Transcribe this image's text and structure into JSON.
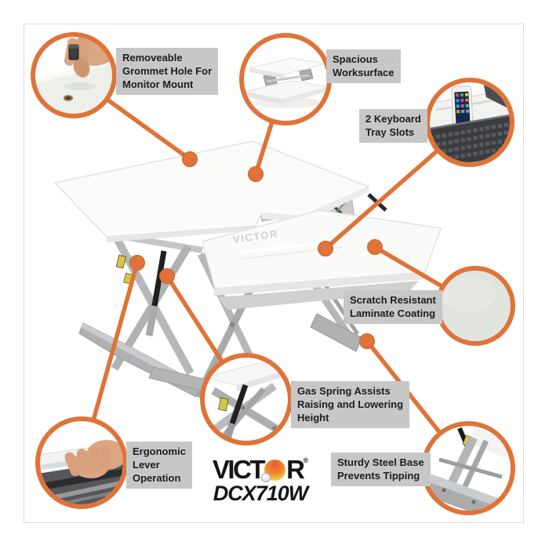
{
  "colors": {
    "accent": "#DF7338",
    "label_bg": "#C7C7C7",
    "label_text": "#1D1D1B"
  },
  "brand": {
    "wordmark_left": "VICT",
    "wordmark_right": "R",
    "registered_mark": "®",
    "model": "DCX710W"
  },
  "product": {
    "imprint": "VICTOR"
  },
  "callouts": [
    {
      "id": "grommet",
      "label_lines": [
        "Removeable",
        "Grommet Hole For",
        "Monitor Mount"
      ]
    },
    {
      "id": "worksurface",
      "label_lines": [
        "Spacious",
        "Worksurface"
      ]
    },
    {
      "id": "keyboard-tray",
      "label_lines": [
        "2 Keyboard",
        "Tray Slots"
      ]
    },
    {
      "id": "laminate",
      "label_lines": [
        "Scratch Resistant",
        "Laminate Coating"
      ]
    },
    {
      "id": "gas-spring",
      "label_lines": [
        "Gas Spring Assists",
        "Raising and Lowering",
        "Height"
      ]
    },
    {
      "id": "lever",
      "label_lines": [
        "Ergonomic",
        "Lever",
        "Operation"
      ]
    },
    {
      "id": "steel-base",
      "label_lines": [
        "Sturdy Steel Base",
        "Prevents Tipping"
      ]
    }
  ]
}
